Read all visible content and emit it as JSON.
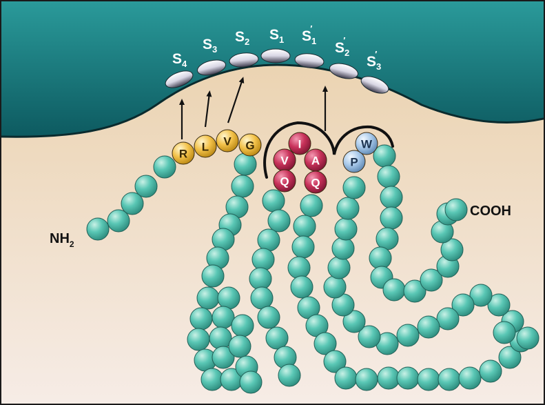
{
  "colors": {
    "enzyme_dark": "#0d5a60",
    "enzyme_light": "#2a9a9a",
    "background_top": "#e9cfa8",
    "background_bottom": "#f6ece6",
    "bead_fill": "#5ac7b5",
    "bead_dark": "#2c8a7c",
    "recognition_fill": "#f3c24a",
    "cleavage_fill": "#c8325a",
    "prime_fill": "#a8c9ea",
    "pocket_fill": "#d8d6e4"
  },
  "subsites": [
    {
      "letter": "S",
      "sub": "4",
      "prime": ""
    },
    {
      "letter": "S",
      "sub": "3",
      "prime": ""
    },
    {
      "letter": "S",
      "sub": "2",
      "prime": ""
    },
    {
      "letter": "S",
      "sub": "1",
      "prime": ""
    },
    {
      "letter": "S",
      "sub": "1",
      "prime": "′"
    },
    {
      "letter": "S",
      "sub": "2",
      "prime": "′"
    },
    {
      "letter": "S",
      "sub": "3",
      "prime": "′"
    }
  ],
  "residues": {
    "recognition": [
      "R",
      "L",
      "V",
      "G"
    ],
    "cleavage": [
      "I",
      "V",
      "A",
      "Q",
      "Q"
    ],
    "prime_side": [
      "P",
      "W"
    ]
  },
  "termini": {
    "n_terminus": {
      "text": "NH",
      "sub": "2"
    },
    "c_terminus": {
      "text": "COOH"
    }
  }
}
